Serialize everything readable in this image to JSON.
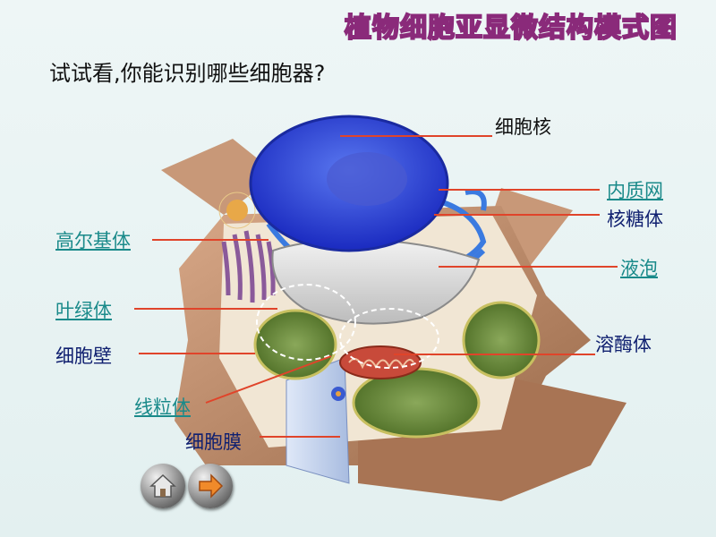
{
  "title": "植物细胞亚显微结构模式图",
  "question": "试试看,你能识别哪些细胞器?",
  "labels": {
    "nucleus": "细胞核",
    "er": "内质网",
    "ribosome": "核糖体",
    "golgi": "高尔基体",
    "vacuole": "液泡",
    "chloroplast": "叶绿体",
    "cell_wall": "细胞壁",
    "lysosome": "溶酶体",
    "mitochondrion": "线粒体",
    "cell_membrane": "细胞膜"
  },
  "nav": {
    "home_icon": "home-icon",
    "next_icon": "arrow-right-icon"
  },
  "colors": {
    "pointer_line": "#e0442a",
    "link_label": "#1a8a8a",
    "title_stroke": "#8a2a7a",
    "nucleus": "#2a3fd8",
    "chloroplast": "#4a7a28",
    "cell_wall": "#b07a58"
  }
}
